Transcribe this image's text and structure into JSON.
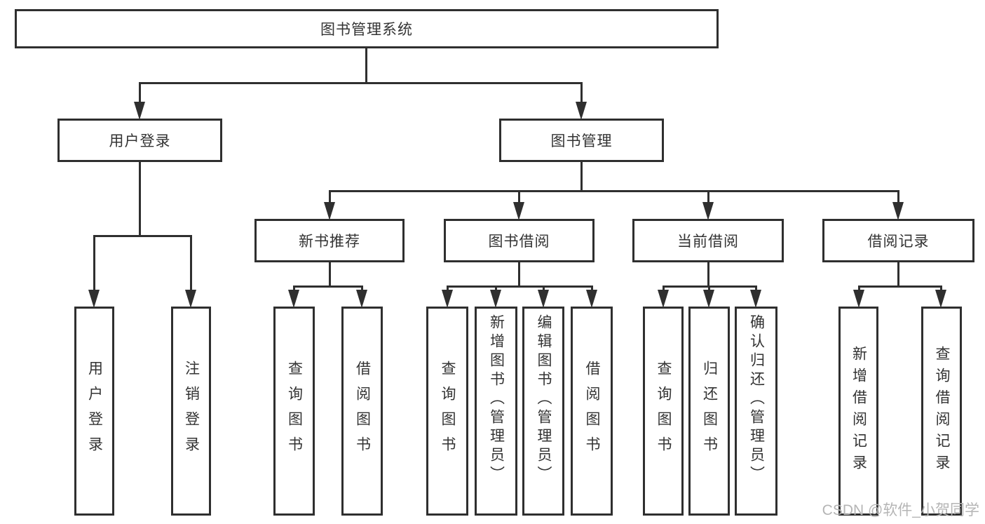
{
  "diagram": {
    "root": {
      "label": "图书管理系统"
    },
    "branches": [
      {
        "label": "用户登录",
        "children": [
          {
            "label": "用户登录"
          },
          {
            "label": "注销登录"
          }
        ]
      },
      {
        "label": "图书管理",
        "sections": [
          {
            "label": "新书推荐",
            "children": [
              {
                "label": "查询图书"
              },
              {
                "label": "借阅图书"
              }
            ]
          },
          {
            "label": "图书借阅",
            "children": [
              {
                "label": "查询图书"
              },
              {
                "label": "新增图书（管理员）"
              },
              {
                "label": "编辑图书（管理员）"
              },
              {
                "label": "借阅图书"
              }
            ]
          },
          {
            "label": "当前借阅",
            "children": [
              {
                "label": "查询图书"
              },
              {
                "label": "归还图书"
              },
              {
                "label": "确认归还（管理员）"
              }
            ]
          },
          {
            "label": "借阅记录",
            "children": [
              {
                "label": "新增借阅记录"
              },
              {
                "label": "查询借阅记录"
              }
            ]
          }
        ]
      }
    ]
  },
  "watermark": {
    "text": "CSDN @软件_小贺同学"
  },
  "colors": {
    "line": "#2f2f2f",
    "text": "#333333",
    "watermark": "#b5b5b5",
    "background": "#ffffff"
  }
}
